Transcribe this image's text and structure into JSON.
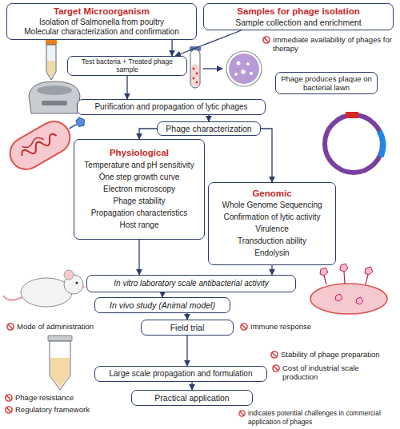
{
  "diagram": {
    "nodes": [
      {
        "text": [
          "Target Microorganism",
          "Isolation of Salmonella from poultry",
          "Molecular characterization and confirmation"
        ]
      },
      {
        "text": [
          "Samples for phage isolation",
          "Sample collection and enrichment"
        ]
      },
      {
        "text": [
          "Test bacteria + Treated phage sample"
        ]
      },
      {
        "text": [
          "Phage produces plaque on bacterial lawn"
        ]
      },
      {
        "text": [
          "Purification and propagation of lytic phages"
        ]
      },
      {
        "text": [
          "Phage characterization"
        ]
      },
      {
        "text": [
          "Physiological",
          "Temperature and pH sensitivity",
          "One step growth curve",
          "Electron microscopy",
          "Phage stability",
          "Propagation characteristics",
          "Host range"
        ]
      },
      {
        "text": [
          "Genomic",
          "Whole Genome Sequencing",
          "Confirmation of lytic activity",
          "Virulence",
          "Transduction ability",
          "Endolysin"
        ]
      },
      {
        "text": [
          "In vitro laboratory scale antibacterial activity"
        ]
      },
      {
        "text": [
          "In vivo study (Animal model)"
        ]
      },
      {
        "text": [
          "Field trial"
        ]
      },
      {
        "text": [
          "Large scale propagation and formulation"
        ]
      },
      {
        "text": [
          "Practical application"
        ]
      }
    ],
    "edges": [
      {
        "from": 0,
        "to": 2,
        "arrow": "to"
      },
      {
        "from": 1,
        "to": 2,
        "arrow": "to"
      },
      {
        "from": 2,
        "to": 4,
        "arrow": "to"
      },
      {
        "from": 4,
        "to": 5,
        "arrow": "to"
      },
      {
        "from": 5,
        "to": 6,
        "arrow": "to"
      },
      {
        "from": 5,
        "to": 7,
        "arrow": "to"
      },
      {
        "from": 6,
        "to": 8,
        "arrow": "to"
      },
      {
        "from": 7,
        "to": 8,
        "arrow": "to"
      },
      {
        "from": 8,
        "to": 9,
        "arrow": "to"
      },
      {
        "from": 9,
        "to": 10,
        "arrow": "to"
      },
      {
        "from": 10,
        "to": 11,
        "arrow": "to"
      },
      {
        "from": 11,
        "to": 12,
        "arrow": "to"
      }
    ],
    "labels": [
      "Immediate availability of phages for therapy",
      "Mode of administration",
      "Immune response",
      "Stability of phage preparation",
      "Cost of industrial scale production",
      "Phage resistance",
      "Regulatory framework"
    ],
    "legend": [
      {
        "text": "indicates potential challenges in commercial application of phages"
      }
    ]
  }
}
